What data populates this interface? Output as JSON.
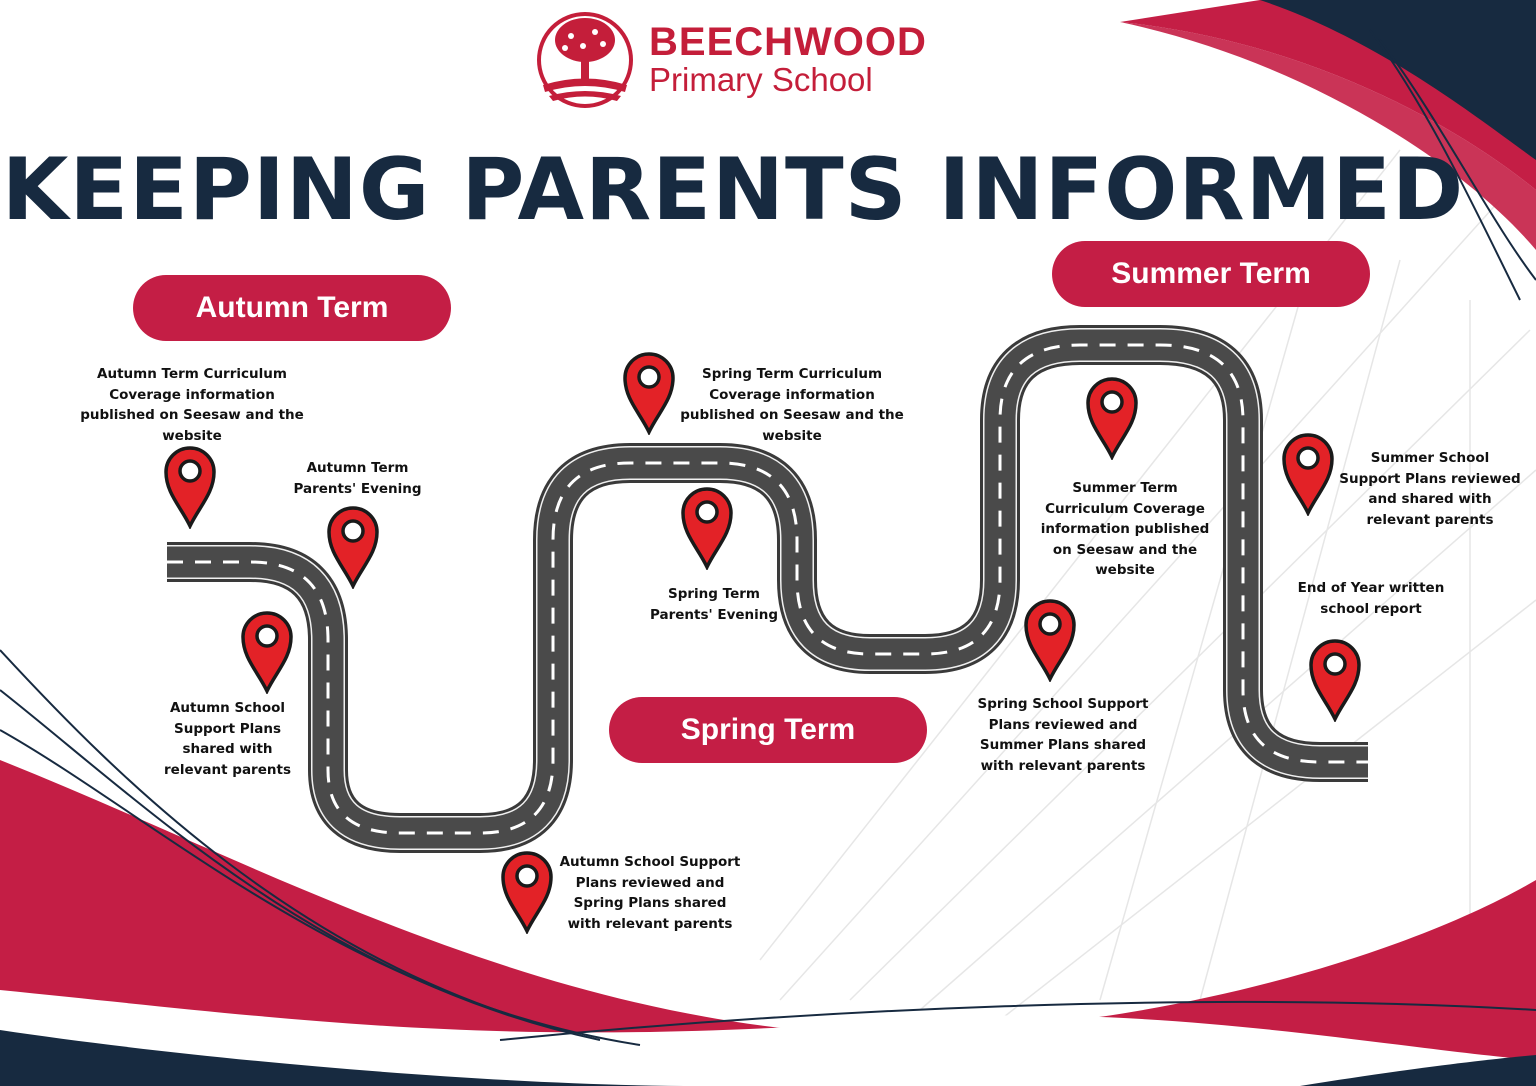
{
  "logo": {
    "name": "BEECHWOOD",
    "subtitle": "Primary School"
  },
  "title": "KEEPING PARENTS INFORMED",
  "terms": {
    "autumn": "Autumn Term",
    "spring": "Spring Term",
    "summer": "Summer Term"
  },
  "milestones": [
    "Autumn Term Curriculum Coverage information published on Seesaw and the website",
    "Autumn Term Parents' Evening",
    "Autumn School Support Plans shared with relevant parents",
    "Autumn School Support Plans reviewed and Spring Plans shared with relevant parents",
    "Spring Term Curriculum Coverage information published on Seesaw and the website",
    "Spring Term Parents' Evening",
    "Spring School Support Plans reviewed and Summer Plans shared with relevant parents",
    "Summer Term Curriculum Coverage information published on Seesaw and the website",
    "Summer School Support Plans reviewed and shared with relevant parents",
    "End of Year written school report"
  ],
  "colors": {
    "brand_red": "#c41e45",
    "navy": "#172a40",
    "pin_red": "#e32227",
    "road": "#4a4a4a"
  }
}
